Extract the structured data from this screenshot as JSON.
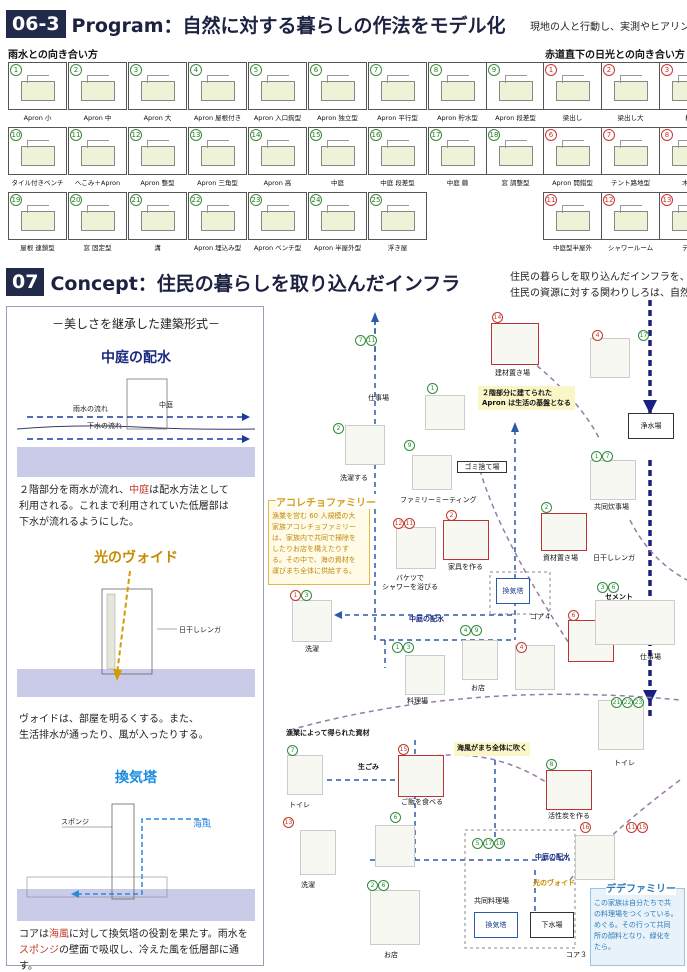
{
  "section1": {
    "num": "06-3",
    "title": "Program：自然に対する暮らしの作法をモデル化",
    "desc": "現地の人と行動し、実測やヒアリン",
    "left_label": "雨水との向き合い方",
    "right_label": "赤道直下の日光との向き合い方"
  },
  "rain_cards": [
    {
      "n": "1",
      "label": "Apron 小"
    },
    {
      "n": "2",
      "label": "Apron 中"
    },
    {
      "n": "3",
      "label": "Apron 大"
    },
    {
      "n": "4",
      "label": "Apron 屋根付き"
    },
    {
      "n": "5",
      "label": "Apron 入口鉤型"
    },
    {
      "n": "6",
      "label": "Apron 独立型"
    },
    {
      "n": "7",
      "label": "Apron 平行型"
    },
    {
      "n": "8",
      "label": "Apron 貯水型"
    },
    {
      "n": "9",
      "label": "Apron 段差型"
    },
    {
      "n": "10",
      "label": "タイル付きベンチ"
    },
    {
      "n": "11",
      "label": "へこみ＋Apron"
    },
    {
      "n": "12",
      "label": "Apron 整型"
    },
    {
      "n": "13",
      "label": "Apron 三角型"
    },
    {
      "n": "14",
      "label": "Apron 高"
    },
    {
      "n": "15",
      "label": "中庭"
    },
    {
      "n": "16",
      "label": "中庭 段差型"
    },
    {
      "n": "17",
      "label": "中庭 繭"
    },
    {
      "n": "18",
      "label": "窓 調整型"
    },
    {
      "n": "19",
      "label": "屋根 連鎖型"
    },
    {
      "n": "20",
      "label": "窓 固定型"
    },
    {
      "n": "21",
      "label": "溝"
    },
    {
      "n": "22",
      "label": "Apron 埋込み型"
    },
    {
      "n": "23",
      "label": "Apron ベンチ型"
    },
    {
      "n": "24",
      "label": "Apron 半屋外型"
    },
    {
      "n": "25",
      "label": "浮き屋"
    }
  ],
  "sun_cards": [
    {
      "n": "1",
      "label": "梁出し"
    },
    {
      "n": "2",
      "label": "梁出し大"
    },
    {
      "n": "3",
      "label": "柱"
    },
    {
      "n": "6",
      "label": "Apron 開錯型"
    },
    {
      "n": "7",
      "label": "テント路地型"
    },
    {
      "n": "8",
      "label": "木打"
    },
    {
      "n": "11",
      "label": "中庭型半屋外"
    },
    {
      "n": "12",
      "label": "シャワールーム"
    },
    {
      "n": "13",
      "label": "テン"
    }
  ],
  "section2": {
    "num": "07",
    "title": "Concept：住民の暮らしを取り込んだインフラ",
    "desc1": "住民の暮らしを取り込んだインフラを、",
    "desc2": "住民の資源に対する関わりしろは、自然"
  },
  "left_panel": {
    "title": "－美しさを継承した建築形式－",
    "h1": "中庭の配水",
    "lbl_rain": "雨水の流れ",
    "lbl_court": "中庭",
    "lbl_sewer": "下水の流れ",
    "t1_a": "２階部分を雨水が流れ、",
    "t1_red": "中庭",
    "t1_b": "は配水方法として",
    "t1_c": "利用される。これまで利用されていた低層部は",
    "t1_d": "下水が流れるようにした。",
    "h2": "光のヴォイド",
    "lbl_brick": "日干しレンガ",
    "t2_a": "ヴォイドは、部屋を明るくする。また、",
    "t2_b": "生活排水が通ったり、風が入ったりする。",
    "h3": "換気塔",
    "lbl_sponge": "スポンジ",
    "lbl_wind": "海風",
    "t3_a": "コアは",
    "t3_red1": "海風",
    "t3_b": "に対して換気塔の役割を果たす。雨水を",
    "t3_red2": "スポンジ",
    "t3_c": "の壁面で吸収し、冷えた風を低層部に通す。"
  },
  "diagram": {
    "n_laundry_top": "仕事場",
    "n_wash_dry": "洗濯する",
    "n_family_meeting": "ファミリーミーティング",
    "n_gomi": "ゴミ捨て場",
    "n_kyodo": "共同炊事場",
    "n_shizai": "資材置き場",
    "n_brick": "日干しレンガ",
    "n_kenzai": "建材置き場",
    "n_josui": "浄水場",
    "yellow1_a": "２階部分に建てられた",
    "yellow1_b": "Apron は生活の基盤となる",
    "fam_h": "アコレチョファミリー",
    "fam_t1": "漁業を営む 60 人規模の大",
    "fam_t2": "家族アコレチョファミリー",
    "fam_t3": "は、家族内で共同で掃除を",
    "fam_t4": "したりお店を構えたりす",
    "fam_t5": "る。その中で、海の資材を",
    "fam_t6": "運びまち全体に供給する。",
    "n_kagu": "家具を作る",
    "n_bucket": "バケツで",
    "n_shower": "シャワーを浴びる",
    "n_kankito": "換気塔",
    "n_core4": "コア４",
    "n_cement": "セメント",
    "n_naka_hai": "中庭の配水",
    "n_sentaku": "洗濯",
    "n_ryouri": "料理場",
    "n_omise": "お店",
    "n_shigoto": "仕事場",
    "n_toire": "トイレ",
    "n_gyogyo": "漁業によって得られた資材",
    "n_namagomi": "生ごみ",
    "n_gohan": "ご飯を食べる",
    "yellow2": "海風がまち全体に吹く",
    "n_katsu": "活性炭を作る",
    "n_toire2": "トイレ",
    "n_sentaku2": "洗濯",
    "n_naka_hai2": "中庭の配水",
    "n_hikari": "光のヴォイド",
    "n_kyodo_ryori": "共同料理場",
    "n_kankito2": "換気塔",
    "n_gesui": "下水場",
    "n_core3": "コア３",
    "n_omise2": "お店",
    "fam2_h": "デデファミリー",
    "fam2_t1": "この家族は自分たちで共",
    "fam2_t2": "の料理場をつくっている。",
    "fam2_t3": "めぐる。その行って共同",
    "fam2_t4": "所の顔料となり、緑化を",
    "fam2_t5": "たら。"
  }
}
